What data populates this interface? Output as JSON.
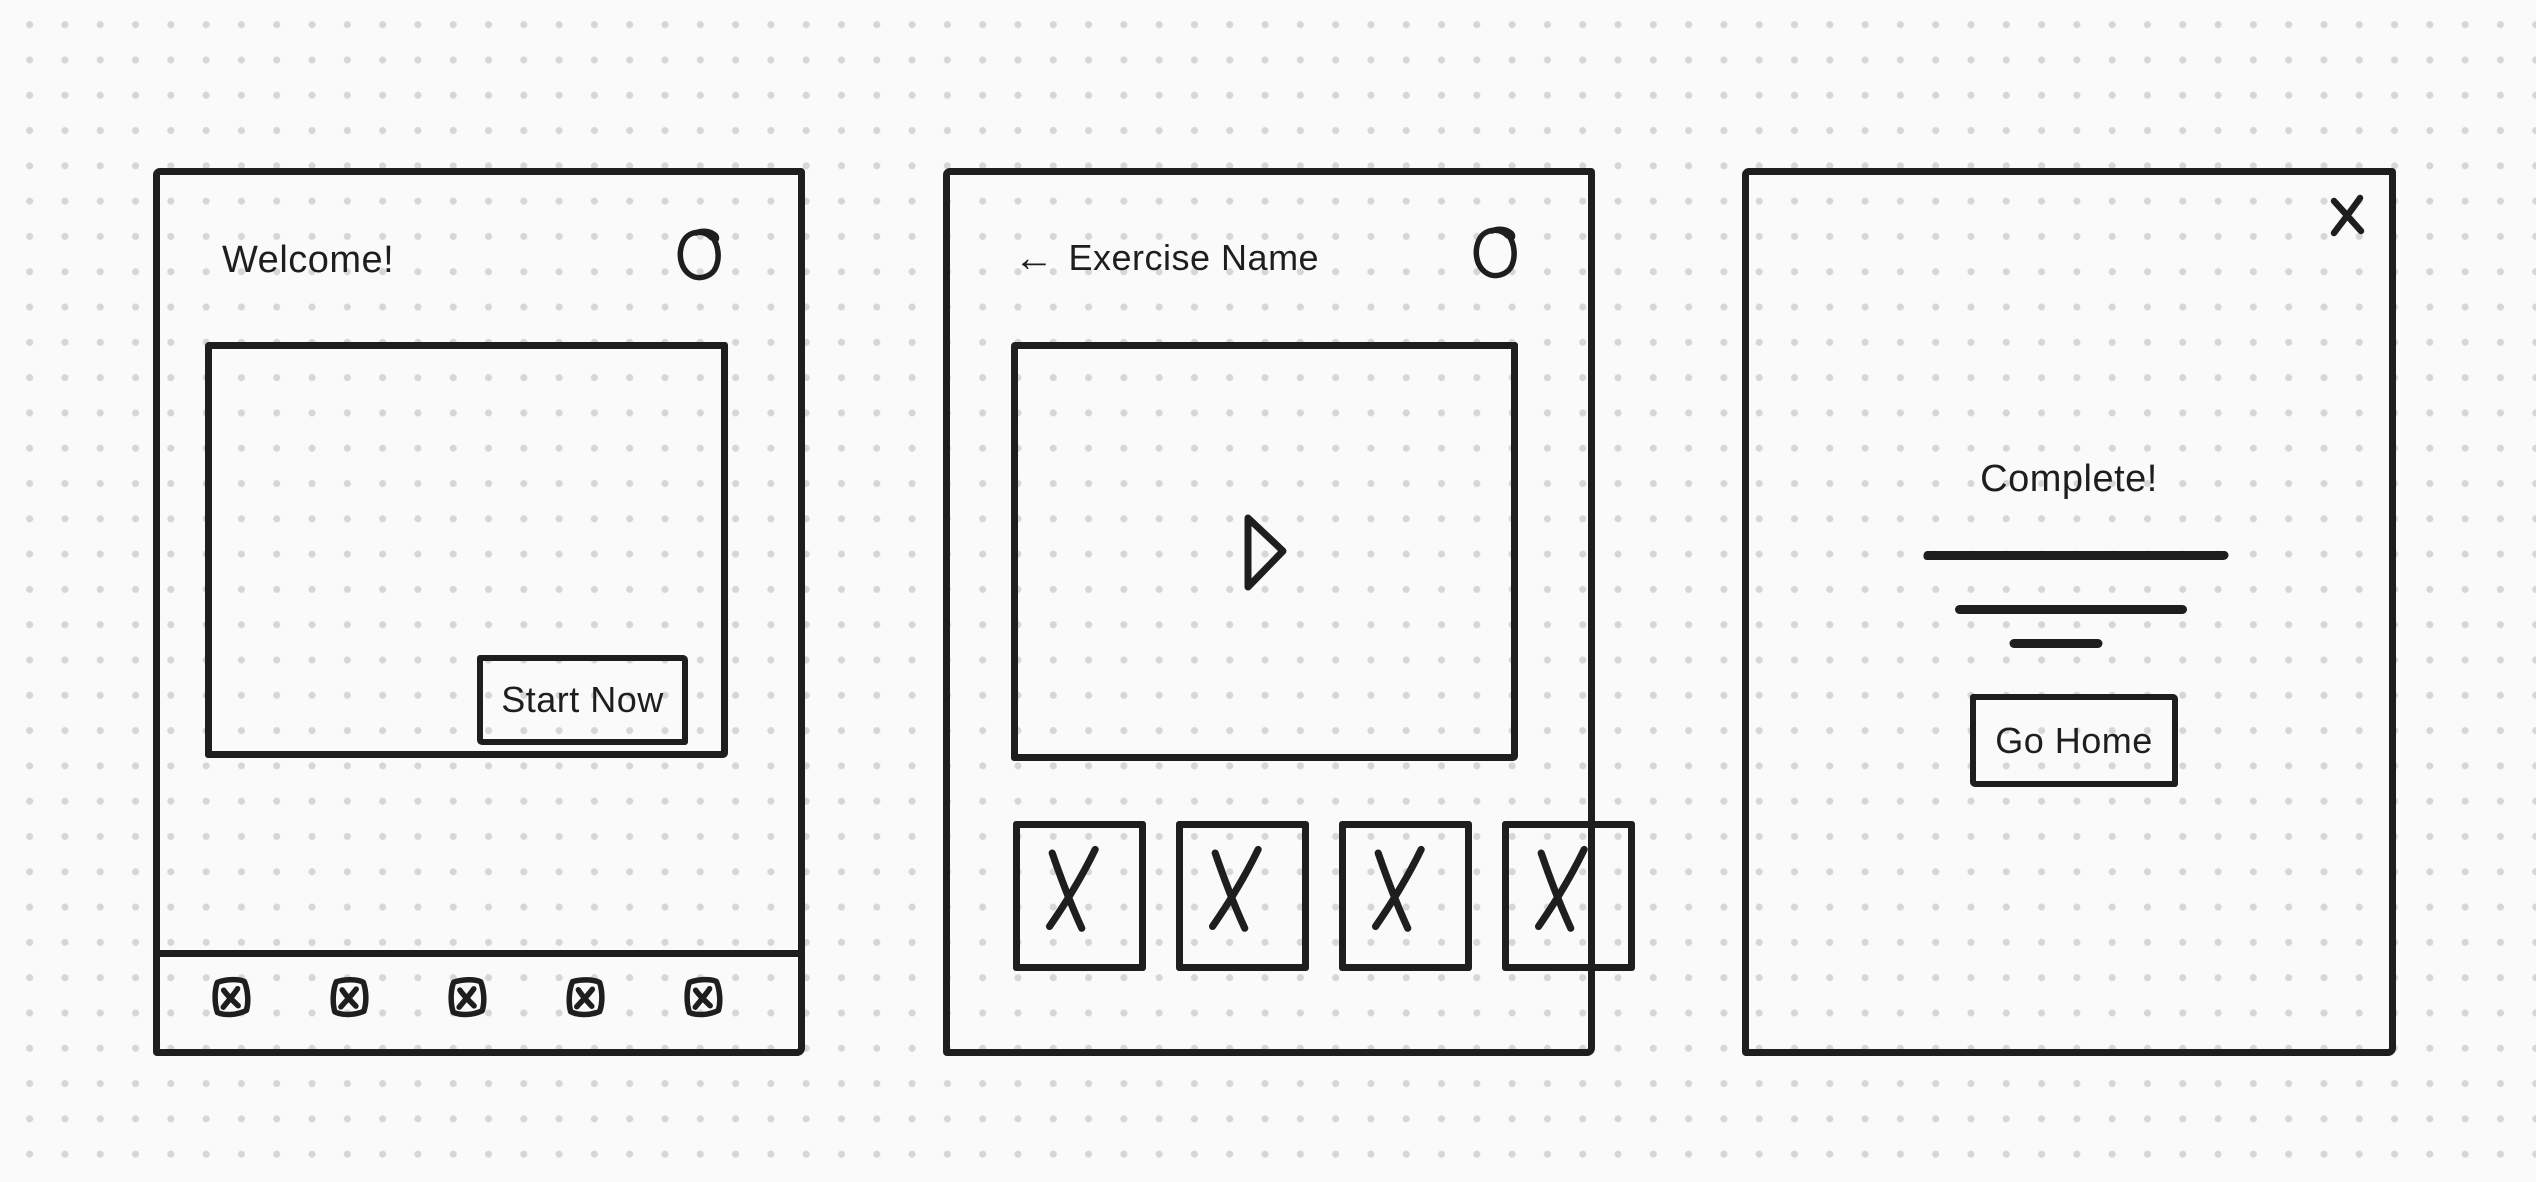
{
  "canvas": {
    "background": "#fafafa",
    "dot_color": "#d6d6d8",
    "stroke_color": "#1e1e1e"
  },
  "welcome_screen": {
    "title": "Welcome!",
    "logo_icon": "fruit-logo-icon",
    "media_placeholder": "empty-rectangle",
    "start_button": "Start Now",
    "bottom_nav": {
      "icon": "x-box-icon",
      "count": 5
    }
  },
  "exercise_screen": {
    "back_arrow": "←",
    "title": "Exercise Name",
    "logo_icon": "fruit-logo-icon",
    "video_placeholder_icon": "play-icon",
    "thumbnails": {
      "icon": "x-box-icon",
      "count": 4
    }
  },
  "complete_screen": {
    "close_icon": "x-close-icon",
    "title": "Complete!",
    "placeholder_line_count": 3,
    "home_button": "Go Home"
  }
}
